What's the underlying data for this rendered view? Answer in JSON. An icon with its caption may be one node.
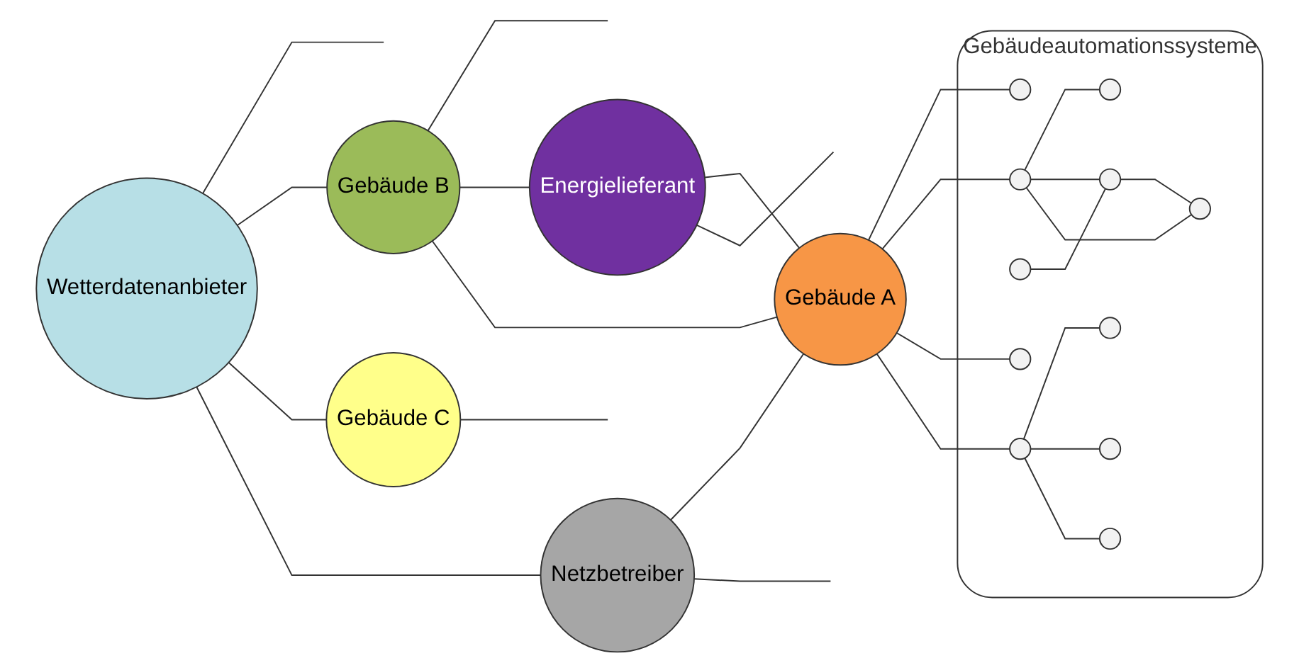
{
  "diagram": {
    "nodes": [
      {
        "text": [
          "Wetterdatenanbieter"
        ]
      },
      {
        "text": [
          "Gebäude B"
        ]
      },
      {
        "text": [
          "Gebäude C"
        ]
      },
      {
        "text": [
          "Energielieferant"
        ]
      },
      {
        "text": [
          "Gebäude A"
        ]
      },
      {
        "text": [
          "Netzbetreiber"
        ]
      },
      {
        "text": [
          "Gebäudeautomationssysteme"
        ]
      },
      {
        "text": [],
        "shape": "circle",
        "in": 6
      },
      {
        "text": [],
        "shape": "circle",
        "in": 6
      },
      {
        "text": [],
        "shape": "circle",
        "in": 6
      },
      {
        "text": [],
        "shape": "circle",
        "in": 6
      },
      {
        "text": [],
        "shape": "circle",
        "in": 6
      },
      {
        "text": [],
        "shape": "circle",
        "in": 6
      },
      {
        "text": [],
        "shape": "circle",
        "in": 6
      },
      {
        "text": [],
        "shape": "circle",
        "in": 6
      },
      {
        "text": [],
        "shape": "circle",
        "in": 6
      },
      {
        "text": [],
        "shape": "circle",
        "in": 6
      },
      {
        "text": [],
        "shape": "circle",
        "in": 6
      }
    ],
    "edges": [
      {
        "from": 0,
        "to": null,
        "arrow": "none"
      },
      {
        "from": 0,
        "to": 1,
        "arrow": "none"
      },
      {
        "from": 0,
        "to": 2,
        "arrow": "none"
      },
      {
        "from": 0,
        "to": 5,
        "arrow": "none"
      },
      {
        "from": 1,
        "to": null,
        "arrow": "none"
      },
      {
        "from": 1,
        "to": 3,
        "arrow": "none"
      },
      {
        "from": 1,
        "to": 4,
        "arrow": "none"
      },
      {
        "from": 2,
        "to": null,
        "arrow": "none"
      },
      {
        "from": 3,
        "to": 4,
        "arrow": "none"
      },
      {
        "from": 3,
        "to": null,
        "arrow": "none"
      },
      {
        "from": 5,
        "to": 4,
        "arrow": "none"
      },
      {
        "from": 5,
        "to": null,
        "arrow": "none"
      },
      {
        "from": 4,
        "to": 7,
        "arrow": "none"
      },
      {
        "from": 4,
        "to": 10,
        "arrow": "none"
      },
      {
        "from": 4,
        "to": 15,
        "arrow": "none"
      },
      {
        "from": 4,
        "to": 13,
        "arrow": "none"
      },
      {
        "from": 10,
        "to": 9,
        "arrow": "none"
      },
      {
        "from": 10,
        "to": 14,
        "arrow": "none"
      },
      {
        "from": 10,
        "to": 16,
        "arrow": "none"
      },
      {
        "from": 11,
        "to": 14,
        "arrow": "none"
      },
      {
        "from": 14,
        "to": 16,
        "arrow": "none"
      },
      {
        "from": 13,
        "to": 8,
        "arrow": "none"
      },
      {
        "from": 13,
        "to": 17,
        "arrow": "none"
      },
      {
        "from": 13,
        "to": 12,
        "arrow": "none"
      }
    ]
  }
}
